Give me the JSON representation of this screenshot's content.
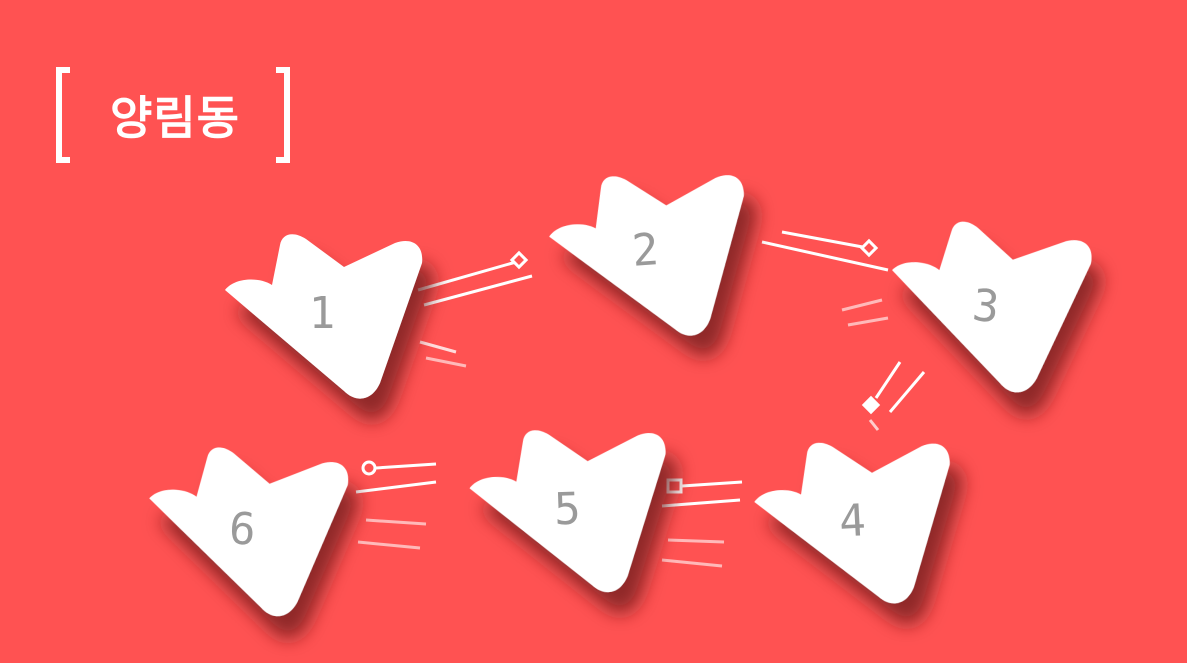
{
  "title": "양림동",
  "colors": {
    "background": "#ff5252",
    "node": "#ffffff",
    "number": "#9a9a9a",
    "line": "#ffffff"
  },
  "nodes": [
    {
      "label": "1"
    },
    {
      "label": "2"
    },
    {
      "label": "3"
    },
    {
      "label": "4"
    },
    {
      "label": "5"
    },
    {
      "label": "6"
    }
  ],
  "route": [
    "1",
    "2",
    "3",
    "4",
    "5",
    "6"
  ]
}
